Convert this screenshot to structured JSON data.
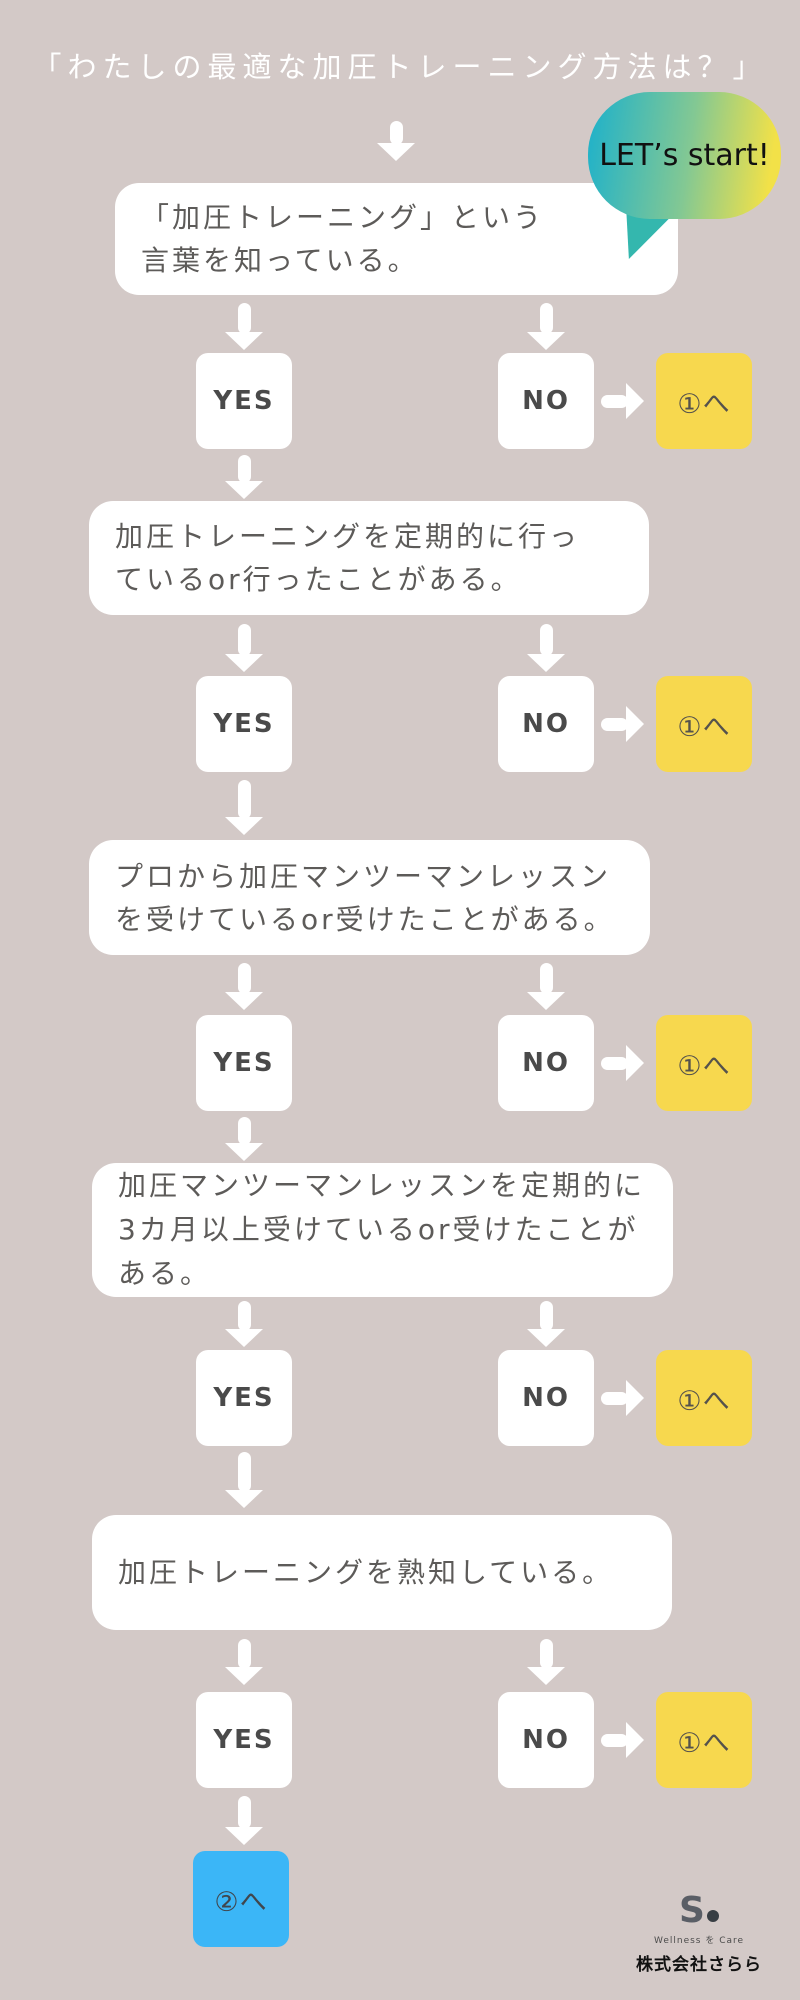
{
  "page": {
    "title": "「わたしの最適な加圧トレーニング方法は？」"
  },
  "bubble": {
    "text": "LET’s start!"
  },
  "questions": [
    {
      "lines": [
        "「加圧トレーニング」という",
        "言葉を知っている。"
      ]
    },
    {
      "lines": [
        "加圧トレーニングを定期的に行っ",
        "ているor行ったことがある。"
      ]
    },
    {
      "lines": [
        "プロから加圧マンツーマンレッスン",
        "を受けているor受けたことがある。"
      ]
    },
    {
      "lines": [
        "加圧マンツーマンレッスンを定期的に",
        "3カ月以上受けているor受けたことが",
        "ある。"
      ]
    },
    {
      "lines": [
        "加圧トレーニングを熟知している。"
      ]
    }
  ],
  "answers": {
    "yes": "YES",
    "no": "NO"
  },
  "goto": {
    "to_one": "①へ",
    "to_two": "②へ"
  },
  "colors": {
    "background": "#d3c9c7",
    "card": "#ffffff",
    "yellow_box": "#f7d84e",
    "blue_box": "#3bb6f7",
    "bubble_teal": "#26b3c6",
    "bubble_yellow": "#f2e148",
    "question_text": "#5d5b59",
    "title_text": "#ffffff"
  },
  "logo": {
    "mark": "S",
    "tagline": "Wellness を Care",
    "company": "株式会社さらら"
  }
}
